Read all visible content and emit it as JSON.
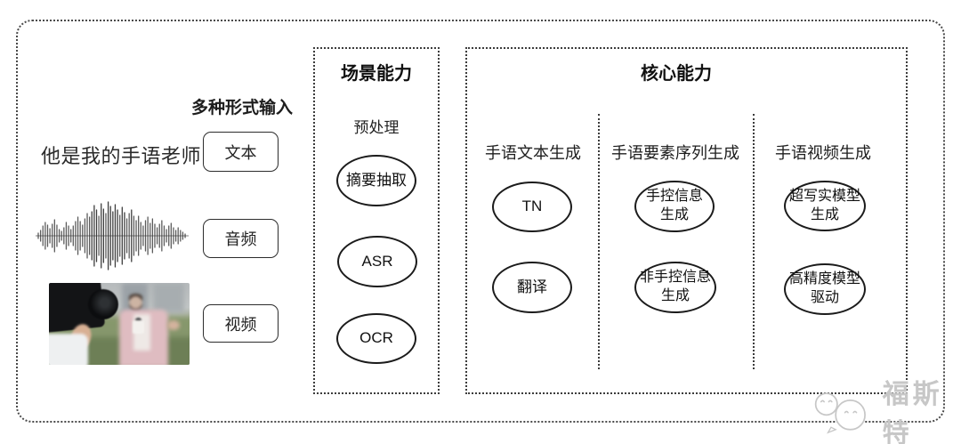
{
  "diagram": {
    "input": {
      "label": "多种形式输入",
      "sample_text": "他是我的手语老师",
      "types": [
        {
          "label": "文本"
        },
        {
          "label": "音频"
        },
        {
          "label": "视频"
        }
      ]
    },
    "scene": {
      "title": "场景能力",
      "stage_label": "预处理",
      "nodes": [
        {
          "label": "摘要抽取"
        },
        {
          "label": "ASR"
        },
        {
          "label": "OCR"
        }
      ]
    },
    "core": {
      "title": "核心能力",
      "columns": [
        {
          "header": "手语文本生成",
          "nodes": [
            {
              "label": "TN"
            },
            {
              "label": "翻译"
            }
          ]
        },
        {
          "header": "手语要素序列生成",
          "nodes": [
            {
              "label": "手控信息\n生成"
            },
            {
              "label": "非手控信息\n生成"
            }
          ]
        },
        {
          "header": "手语视频生成",
          "nodes": [
            {
              "label": "超写实模型\n生成"
            },
            {
              "label": "高精度模型\n驱动"
            }
          ]
        }
      ]
    },
    "watermark": {
      "brand": "福斯特"
    },
    "colors": {
      "line": "#2b2b2b",
      "watermark": "#c7c7c7",
      "background": "#ffffff"
    }
  }
}
